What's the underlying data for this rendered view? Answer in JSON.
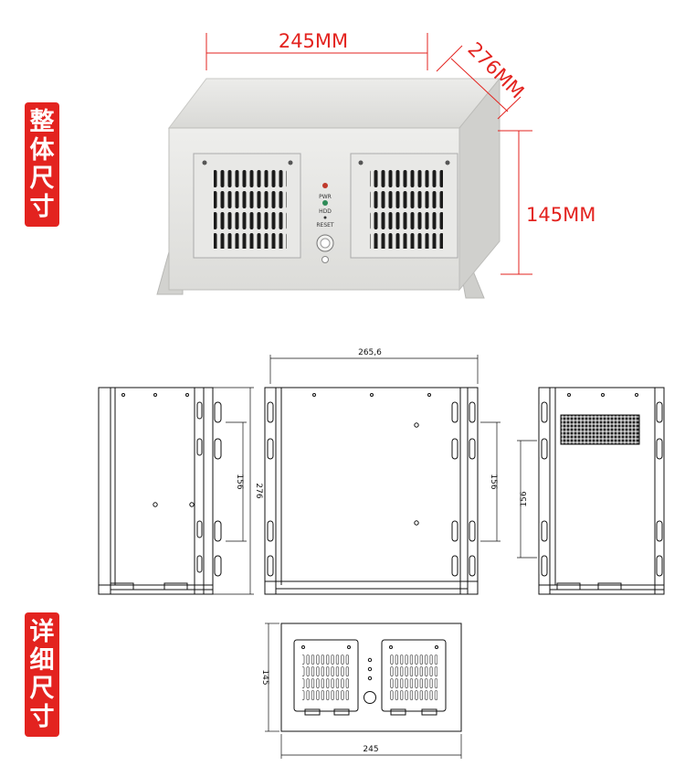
{
  "section_overall": {
    "chars": [
      "整",
      "体",
      "尺",
      "寸"
    ]
  },
  "section_detail": {
    "chars": [
      "详",
      "细",
      "尺",
      "寸"
    ]
  },
  "photo": {
    "width_label": "245MM",
    "depth_label": "276MM",
    "height_label": "145MM",
    "panel_labels": {
      "pwr": "PWR",
      "hdd": "HDD",
      "reset": "RESET"
    },
    "colors": {
      "dimension_red": "#e3231f",
      "chassis": "#e4e4e2"
    }
  },
  "drawings": {
    "top_width": "265,6",
    "left_hole_spacing": "156",
    "left_depth": "276",
    "middle_hole_spacing": "156",
    "right_hole_spacing": "156",
    "front_height": "145",
    "front_width": "245"
  }
}
